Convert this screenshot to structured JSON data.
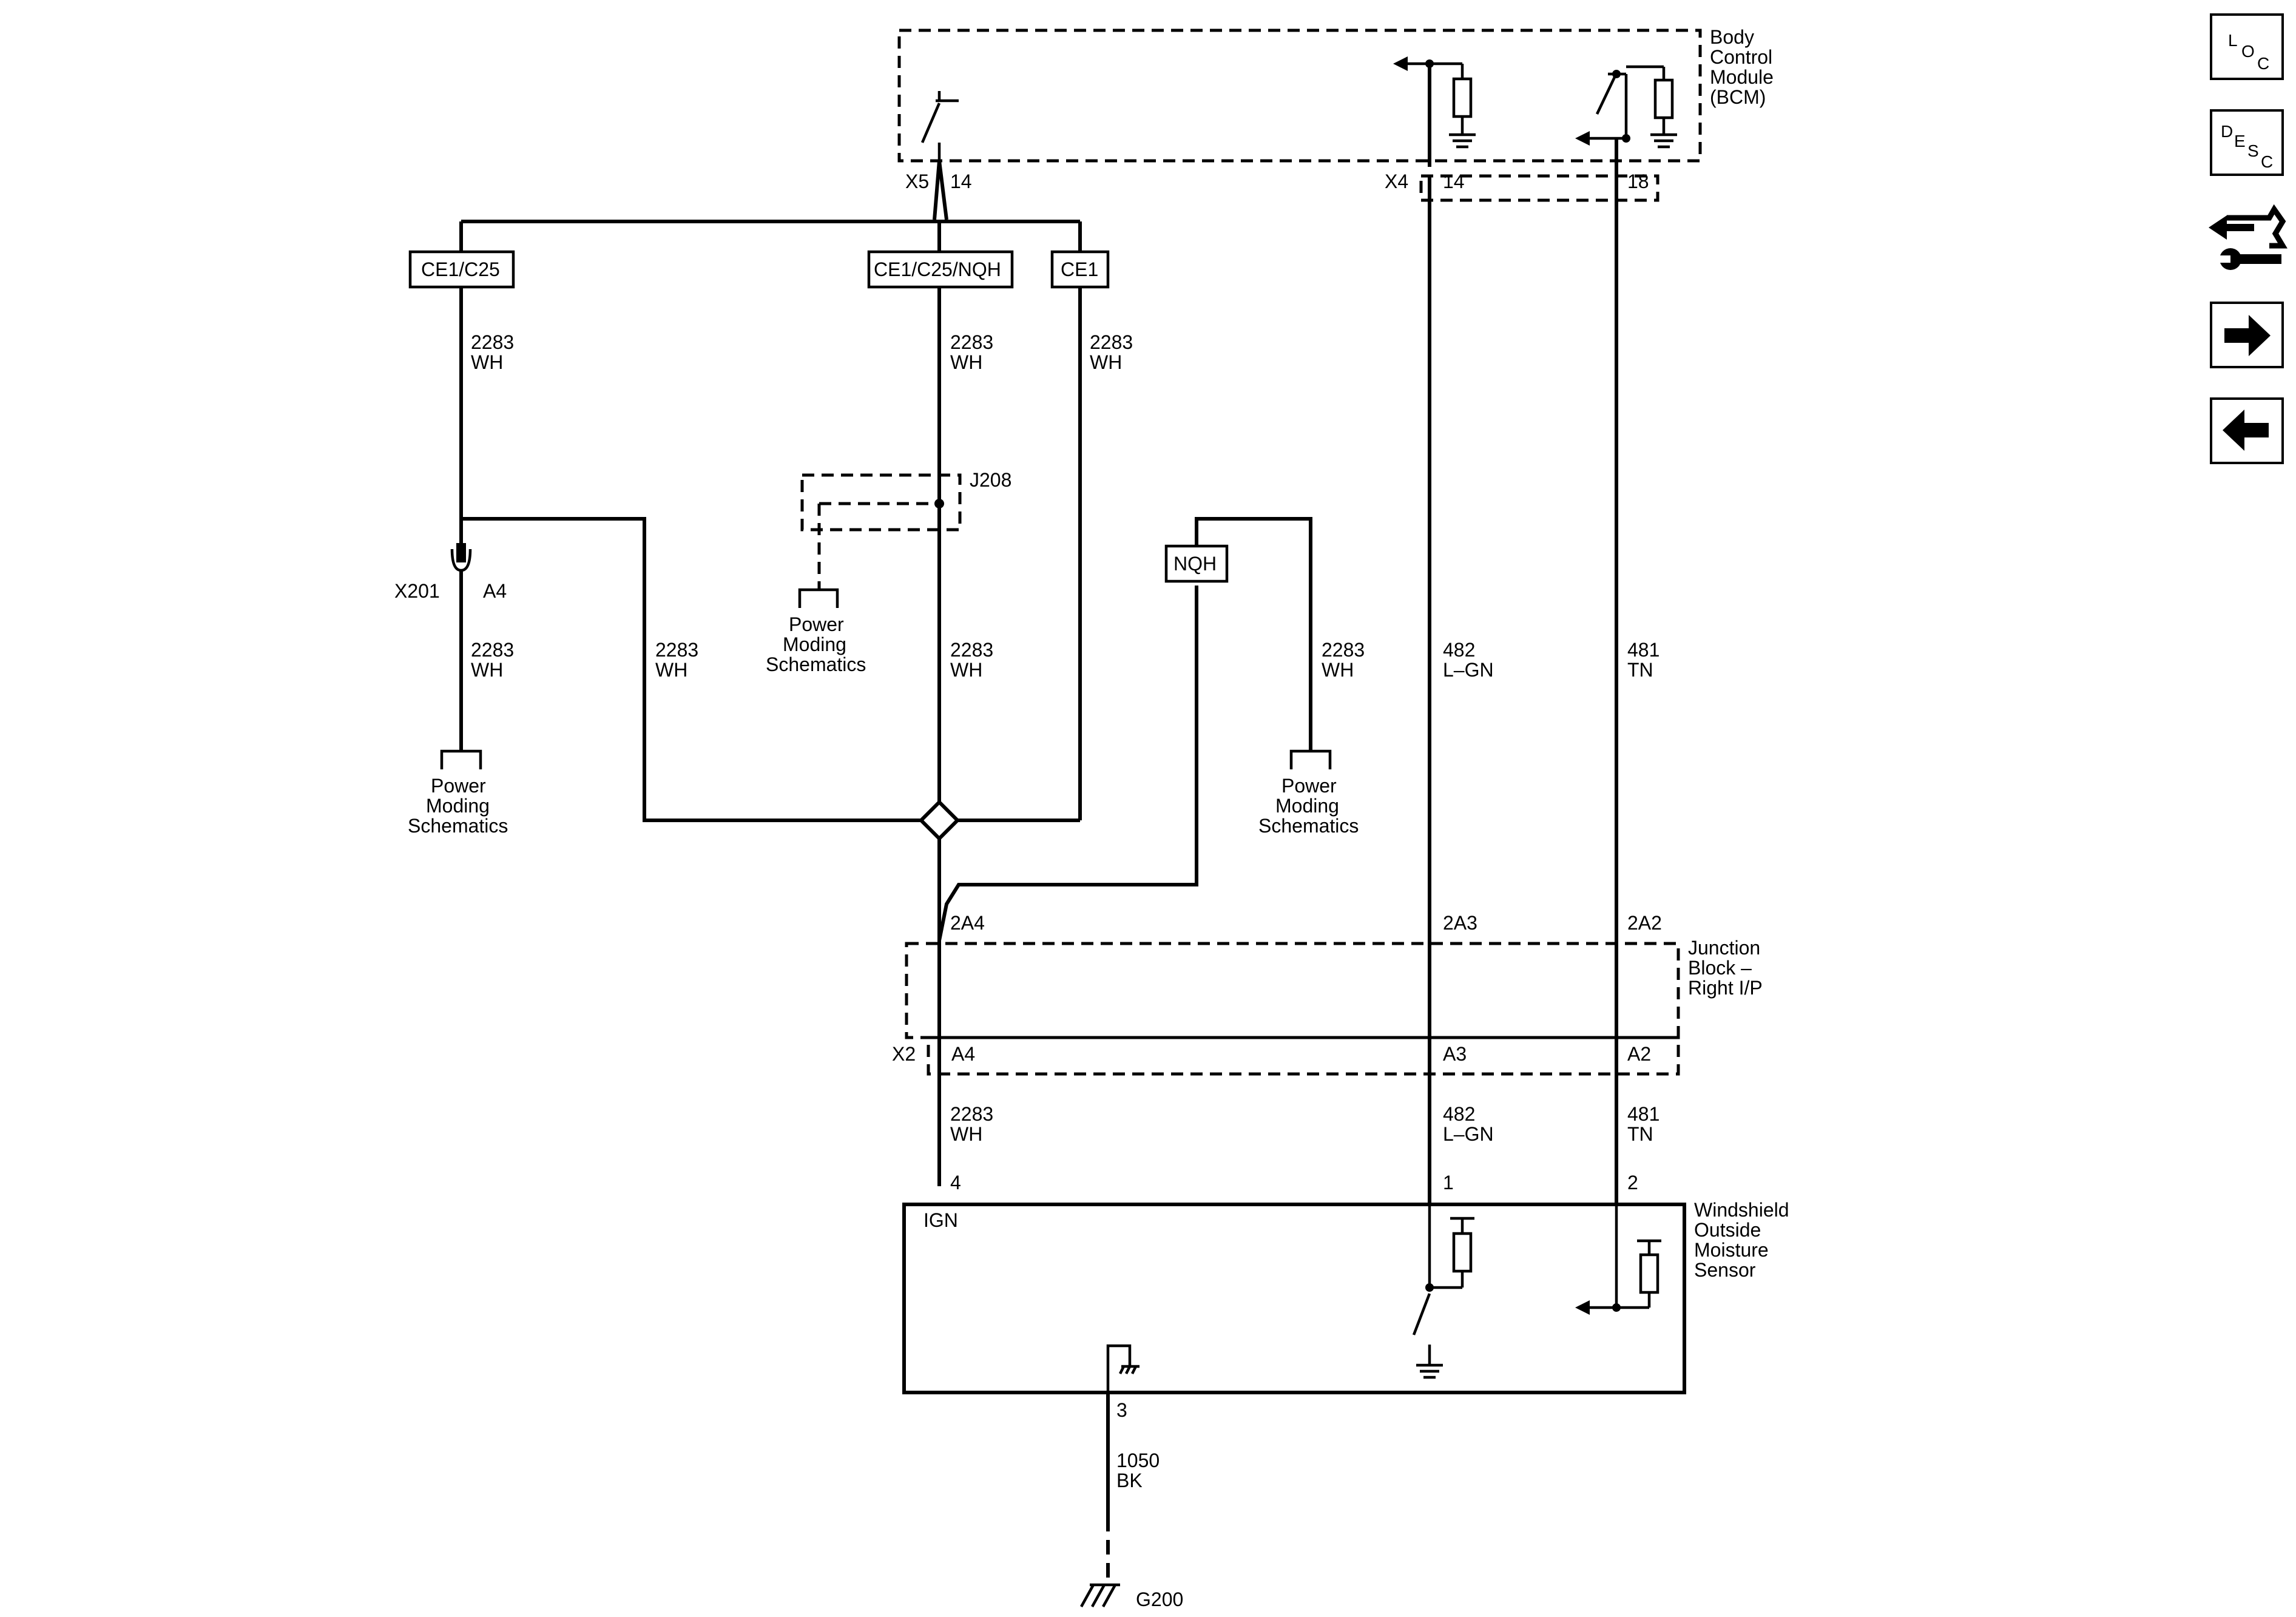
{
  "modules": {
    "bcm": [
      "Body",
      "Control",
      "Module",
      "(BCM)"
    ],
    "junction_block": [
      "Junction",
      "Block –",
      "Right I/P"
    ],
    "sensor": [
      "Windshield",
      "Outside",
      "Moisture",
      "Sensor"
    ]
  },
  "connectors": {
    "x5": "X5",
    "x5_pin": "14",
    "x4": "X4",
    "x4_pin_a": "14",
    "x4_pin_b": "18",
    "x201": "X201",
    "x201_pin": "A4",
    "j208": "J208",
    "x2": "X2",
    "x2_pin_a": "A4",
    "x2_pin_b": "A3",
    "x2_pin_c": "A2",
    "jb_pin_a": "2A4",
    "jb_pin_b": "2A3",
    "jb_pin_c": "2A2",
    "sensor_pin_4": "4",
    "sensor_pin_1": "1",
    "sensor_pin_2": "2",
    "sensor_pin_3": "3",
    "sensor_ign": "IGN",
    "g200": "G200"
  },
  "options": {
    "ce1_c25": "CE1/C25",
    "ce1_c25_nqh": "CE1/C25/NQH",
    "ce1": "CE1",
    "nqh": "NQH"
  },
  "wires": {
    "circuit_2283": "2283",
    "color_wh": "WH",
    "circuit_482": "482",
    "color_lgn": "L–GN",
    "circuit_481": "481",
    "color_tn": "TN",
    "circuit_1050": "1050",
    "color_bk": "BK"
  },
  "references": {
    "power_moding": [
      "Power",
      "Moding",
      "Schematics"
    ]
  },
  "nav": {
    "loc": [
      "L",
      "O",
      "C"
    ],
    "desc": [
      "D",
      "E",
      "S",
      "C"
    ]
  }
}
